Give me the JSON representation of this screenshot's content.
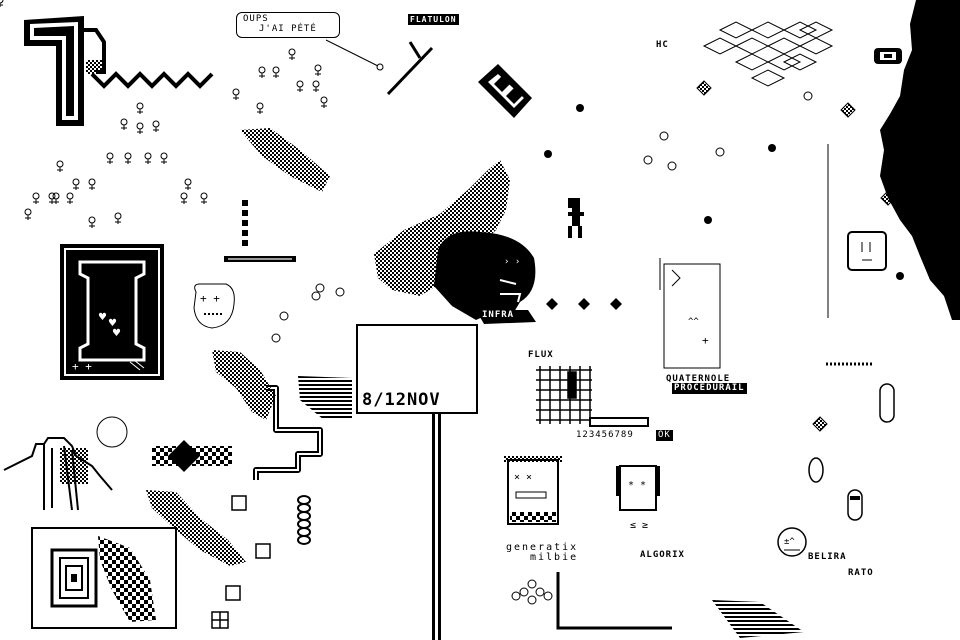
{
  "labels": {
    "bubble_line1": "OUPS",
    "bubble_line2": "J'AI  PÉTÉ",
    "flatulon": "FLATULON",
    "infra": "INFRA",
    "flux": "FLUX",
    "date": "8/12NOV",
    "numbers": "123456789",
    "ok": "OK",
    "quaternole": "QUATERNOLE",
    "procedurail": "PROCEDURAIL",
    "generatix": "generatix",
    "milbie": "milbie",
    "algorix": "ALGORIX",
    "belira": "BELIRA",
    "rato": "RATO",
    "hc": "HC"
  },
  "colors": {
    "ink": "#000000",
    "paper": "#ffffff"
  }
}
